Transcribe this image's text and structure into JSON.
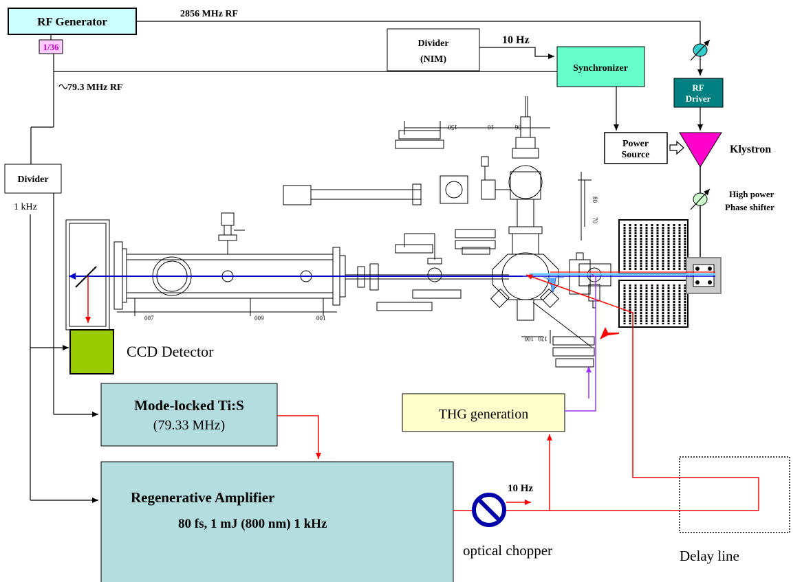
{
  "labels": {
    "rf_generator": "RF Generator",
    "rf_2856": "2856 MHz RF",
    "ratio": "1/36",
    "rf_79": "79.3 MHz RF",
    "divider_nim_1": "Divider",
    "divider_nim_2": "(NIM)",
    "ten_hz_top": "10 Hz",
    "synchronizer": "Synchronizer",
    "rf_driver_1": "RF",
    "rf_driver_2": "Driver",
    "power_source_1": "Power",
    "power_source_2": "Source",
    "klystron": "Klystron",
    "hp_phase_1": "High power",
    "hp_phase_2": "Phase shifter",
    "divider_left": "Divider",
    "one_khz": "1 kHz",
    "ccd": "CCD Detector",
    "ti_s_1": "Mode-locked Ti:S",
    "ti_s_2": "(79.33 MHz)",
    "thg": "THG generation",
    "regen_1": "Regenerative Amplifier",
    "regen_2": "80 fs, 1 mJ (800 nm) 1 kHz",
    "ten_hz_chopper": "10 Hz",
    "optical_chopper": "optical chopper",
    "delay_line": "Delay line"
  },
  "colors": {
    "rf_generator_fill": "#ccffff",
    "ratio_fill": "#ffccff",
    "ratio_text": "#cc00cc",
    "synchronizer_fill": "#66ffcc",
    "rf_driver_fill": "#008080",
    "klystron_fill": "#ff00cc",
    "ccd_fill": "#99cc00",
    "laser_box_fill": "#b4dde0",
    "thg_fill": "#ffffcc",
    "laser_red": "#ff0000",
    "electron_blue": "#0000cc",
    "uv_purple": "#9933ff",
    "phase_shifter_fill": "#33cccc",
    "chopper_blue": "#0000aa"
  }
}
